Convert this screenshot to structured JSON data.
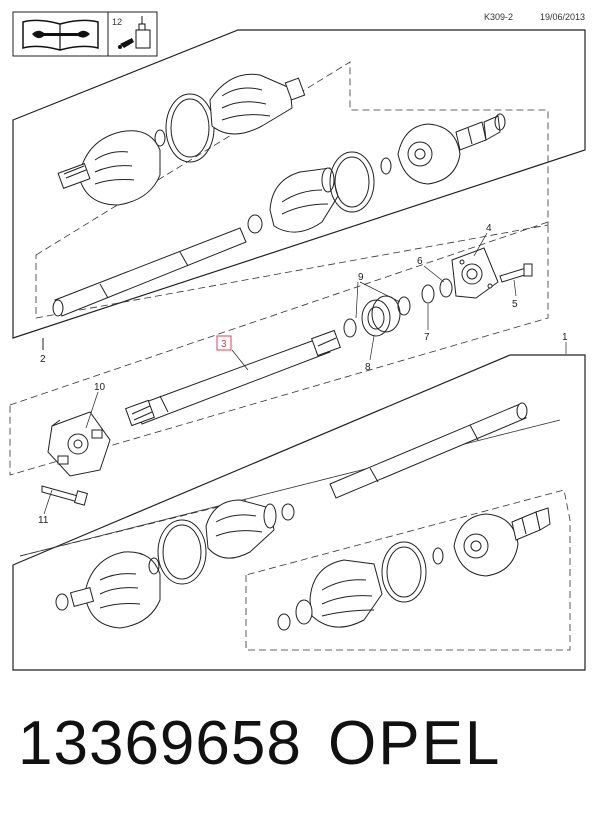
{
  "header": {
    "code": "K309-2",
    "date": "19/06/2013",
    "icon_ref_number": "12"
  },
  "callouts": {
    "c1": "1",
    "c2": "2",
    "c3": "3",
    "c4": "4",
    "c5": "5",
    "c6": "6",
    "c7": "7",
    "c8": "8",
    "c9": "9",
    "c10": "10",
    "c11": "11"
  },
  "highlight_color": "#e0405a",
  "footer": {
    "part_number": "13369658",
    "brand": "OPEL"
  },
  "icons": [
    "service-manual-icon",
    "lubricant-can-icon"
  ]
}
